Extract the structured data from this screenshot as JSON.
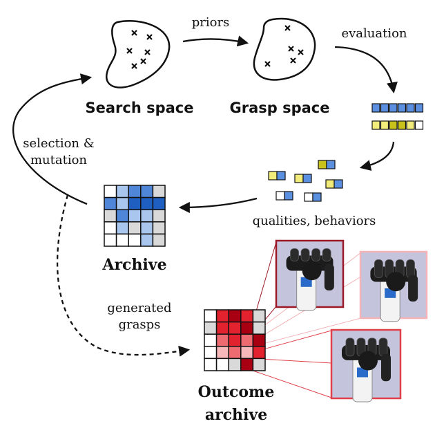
{
  "labels": {
    "priors": "priors",
    "evaluation": "evaluation",
    "search_space": "Search space",
    "grasp_space": "Grasp space",
    "selection_line1": "selection &",
    "selection_line2": "mutation",
    "qualities_behaviors": "qualities, behaviors",
    "archive": "Archive",
    "generated_line1": "generated",
    "generated_line2": "grasps",
    "outcome_line1": "Outcome",
    "outcome_line2": "archive"
  },
  "colors": {
    "blue_fill": "#5b8fe0",
    "yellow_fill": "#f2ec7a",
    "olive_fill": "#c8c21a",
    "archive_dark": "#1f5fc2",
    "archive_mid": "#4f86d8",
    "archive_light": "#a9c7ee",
    "archive_gray": "#d9d9d9",
    "outcome_dark": "#a80012",
    "outcome_red": "#e2222f",
    "outcome_mid": "#ef6b72",
    "outcome_light": "#f6b8bb",
    "outcome_gray": "#d9d9d9",
    "thumb_bg": "#c4c5dc",
    "thumb_border_1": "#9c1826",
    "thumb_border_2": "#f3b3b7",
    "thumb_border_3": "#e0404a"
  },
  "icons": {
    "search_blob": "blob-with-crosses",
    "grasp_blob": "blob-with-crosses",
    "thumbnails": "robot-hand-grasping-bottle"
  },
  "archive_grid": [
    [
      "white",
      "light",
      "mid",
      "mid",
      "gray"
    ],
    [
      "mid",
      "light",
      "dark",
      "dark",
      "dark"
    ],
    [
      "gray",
      "mid",
      "light",
      "light",
      "gray"
    ],
    [
      "white",
      "light",
      "gray",
      "light",
      "gray"
    ],
    [
      "white",
      "white",
      "white",
      "light",
      "gray"
    ]
  ],
  "outcome_grid": [
    [
      "white",
      "red",
      "dark",
      "red",
      "gray"
    ],
    [
      "gray",
      "red",
      "red",
      "dark",
      "gray"
    ],
    [
      "white",
      "mid",
      "red",
      "mid",
      "dark"
    ],
    [
      "white",
      "light",
      "mid",
      "light",
      "red"
    ],
    [
      "white",
      "white",
      "gray",
      "dark",
      "gray"
    ]
  ]
}
